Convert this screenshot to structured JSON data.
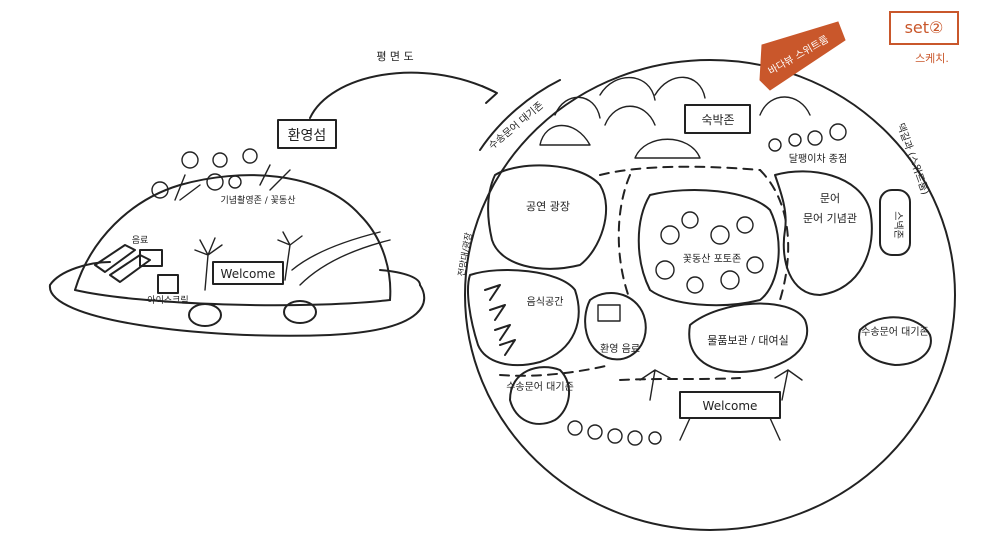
{
  "corner_label": {
    "set": "set②",
    "note": "스케치."
  },
  "arrow_label": "평 면 도",
  "callout": {
    "text": "바다뷰 스위트룸",
    "color": "#c9572b"
  },
  "left_island": {
    "title": "환영섬",
    "top_label": "기념촬영존 / 꽃동산",
    "drink_label": "음료",
    "icecream_label": "아이스크림",
    "sign": "Welcome"
  },
  "right_map": {
    "lodging": "숙박존",
    "snail": "달팽이차 종점",
    "waiting_top": "수송문어 대기존",
    "park": "공연 광장",
    "food": "음식공간",
    "wait_bottom_left": "수송문어 대기존",
    "side_left": "전망대/광장",
    "flower": "꽃동산 포토존",
    "drink": "환영 음료",
    "storage": "물품보관 / 대여실",
    "memorial": "문어 기념관",
    "snack": "스넥존",
    "deck": "덱길과 (스위트룸)",
    "wait_right": "수송문어 대기존",
    "sign": "Welcome"
  },
  "colors": {
    "ink": "#222222",
    "accent": "#c9572b"
  }
}
